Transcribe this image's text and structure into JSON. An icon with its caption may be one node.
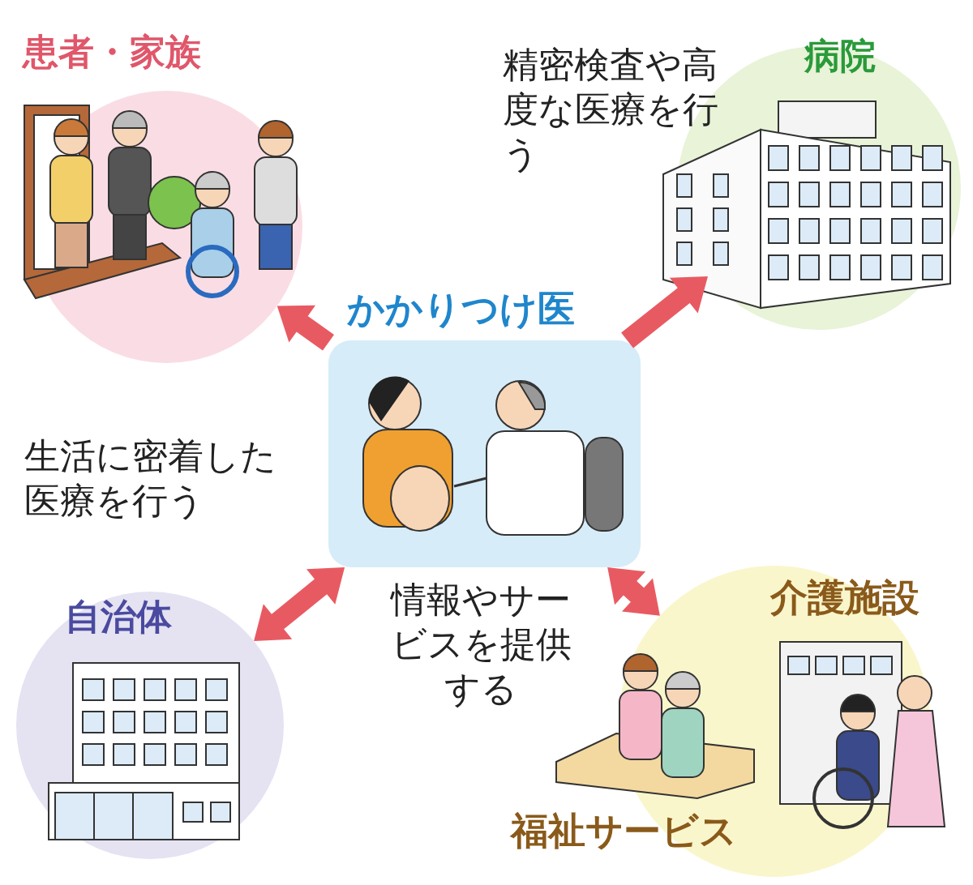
{
  "diagram": {
    "nodes": [
      {
        "text": [
          "患者・家族"
        ]
      },
      {
        "text": [
          "病院"
        ]
      },
      {
        "text": [
          "かかりつけ医"
        ]
      },
      {
        "text": [
          "自治体"
        ]
      },
      {
        "text": [
          "介護施設",
          "福祉サービス"
        ]
      }
    ],
    "edges": [
      {
        "from": 2,
        "to": 0,
        "arrow": "to"
      },
      {
        "from": 2,
        "to": 1,
        "arrow": "to"
      },
      {
        "from": 3,
        "to": 2,
        "arrow": "both"
      },
      {
        "from": 2,
        "to": 4,
        "arrow": "both"
      }
    ],
    "labels": [
      "精密検査や高度な医療を行う",
      "生活に密着した医療を行う",
      "情報やサービスを提供する"
    ]
  }
}
